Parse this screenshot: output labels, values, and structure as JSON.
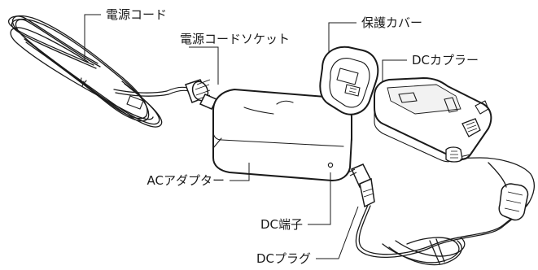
{
  "labels": {
    "power_cord": "電源コード",
    "power_cord_socket": "電源コードソケット",
    "protective_cover": "保護カバー",
    "dc_coupler": "DCカプラー",
    "ac_adapter": "ACアダプター",
    "dc_terminal": "DC端子",
    "dc_plug": "DCプラグ"
  },
  "colors": {
    "ink": "#1a1a1a",
    "background": "#ffffff",
    "highlight": "#f2f2f2"
  }
}
